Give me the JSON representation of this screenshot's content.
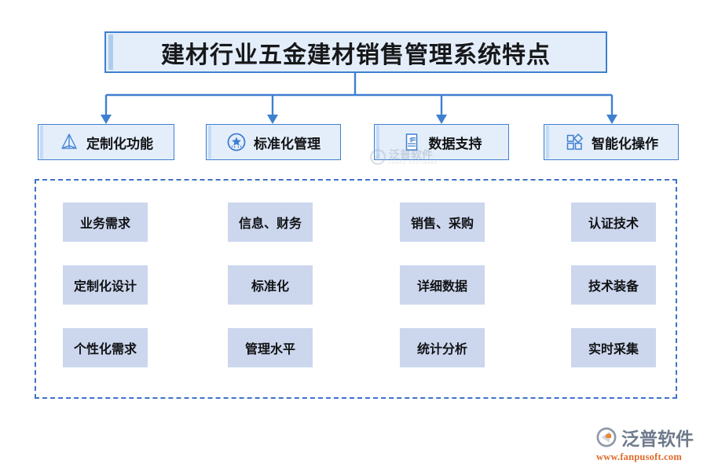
{
  "diagram": {
    "title": "建材行业五金建材销售管理系统特点",
    "colors": {
      "accent": "#3f7fd0",
      "box_fill": "#e4eefb",
      "item_fill": "#ccd7ee",
      "dashed_border": "#3f72c8",
      "text": "#111214",
      "logo_orange": "#e06a2b",
      "logo_gray": "#6f7a8c"
    },
    "categories": [
      {
        "label": "定制化功能",
        "icon": "pyramid-icon"
      },
      {
        "label": "标准化管理",
        "icon": "badge-star-icon"
      },
      {
        "label": "数据支持",
        "icon": "invoice-document-icon"
      },
      {
        "label": "智能化操作",
        "icon": "grid-apps-icon"
      }
    ],
    "columns": [
      {
        "items": [
          "业务需求",
          "定制化设计",
          "个性化需求"
        ]
      },
      {
        "items": [
          "信息、财务",
          "标准化",
          "管理水平"
        ]
      },
      {
        "items": [
          "销售、采购",
          "详细数据",
          "统计分析"
        ]
      },
      {
        "items": [
          "认证技术",
          "技术装备",
          "实时采集"
        ]
      }
    ]
  },
  "watermark": {
    "cn": "泛普软件",
    "en": "FANPU SOFTWARE"
  },
  "logo": {
    "cn": "泛普软件",
    "url": "www.fanpusoft.com"
  }
}
